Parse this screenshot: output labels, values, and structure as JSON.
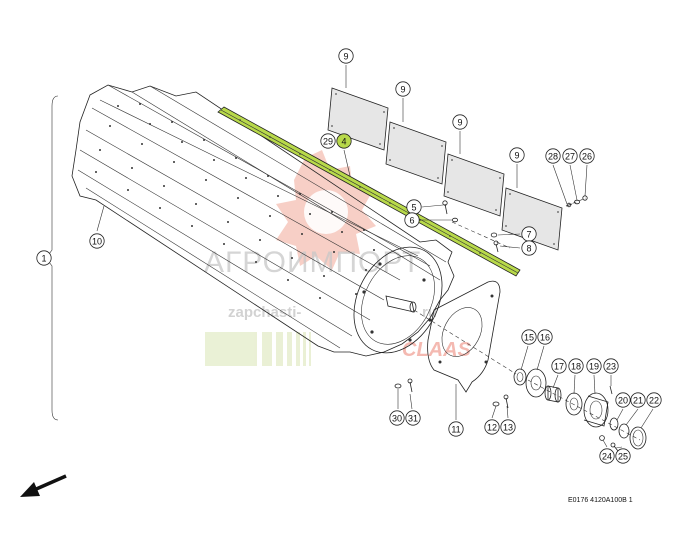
{
  "diagram": {
    "reference_code": "E0176 4120A100B 1",
    "highlighted_part": "4",
    "watermark": {
      "brand": "АГРОИМПОРТ",
      "site": "zapchasti-",
      "site_suffix": "ru",
      "maker": "CLAAS"
    },
    "callouts": [
      {
        "id": "c1",
        "label": "1"
      },
      {
        "id": "c4",
        "label": "4"
      },
      {
        "id": "c5",
        "label": "5"
      },
      {
        "id": "c6",
        "label": "6"
      },
      {
        "id": "c7",
        "label": "7"
      },
      {
        "id": "c8",
        "label": "8"
      },
      {
        "id": "c9a",
        "label": "9"
      },
      {
        "id": "c9b",
        "label": "9"
      },
      {
        "id": "c9c",
        "label": "9"
      },
      {
        "id": "c9d",
        "label": "9"
      },
      {
        "id": "c10",
        "label": "10"
      },
      {
        "id": "c11",
        "label": "11"
      },
      {
        "id": "c12",
        "label": "12"
      },
      {
        "id": "c13",
        "label": "13"
      },
      {
        "id": "c15",
        "label": "15"
      },
      {
        "id": "c16",
        "label": "16"
      },
      {
        "id": "c17",
        "label": "17"
      },
      {
        "id": "c18",
        "label": "18"
      },
      {
        "id": "c19",
        "label": "19"
      },
      {
        "id": "c20",
        "label": "20"
      },
      {
        "id": "c21",
        "label": "21"
      },
      {
        "id": "c22",
        "label": "22"
      },
      {
        "id": "c23",
        "label": "23"
      },
      {
        "id": "c24",
        "label": "24"
      },
      {
        "id": "c25",
        "label": "25"
      },
      {
        "id": "c26",
        "label": "26"
      },
      {
        "id": "c27",
        "label": "27"
      },
      {
        "id": "c28",
        "label": "28"
      },
      {
        "id": "c29",
        "label": "29"
      },
      {
        "id": "c30",
        "label": "30"
      },
      {
        "id": "c31",
        "label": "31"
      }
    ],
    "colors": {
      "highlight": "#b8d94a",
      "line": "#222222",
      "panel": "#e6e6e6"
    }
  }
}
